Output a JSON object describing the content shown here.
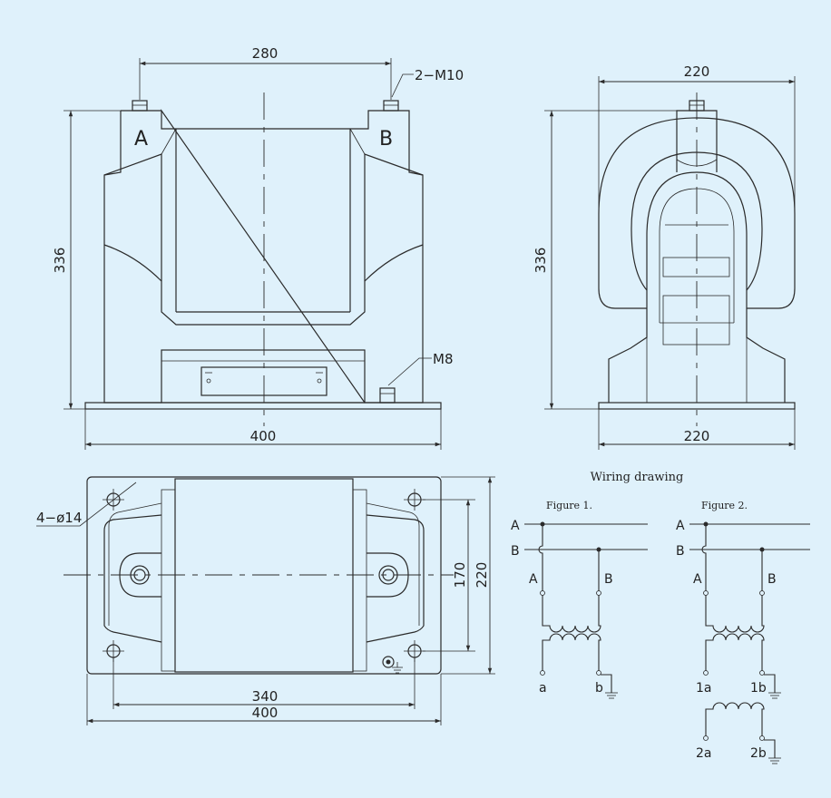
{
  "front_view": {
    "dim_terminal_spacing": "280",
    "dim_height": "336",
    "dim_base_width": "400",
    "terminal_label": "2−M10",
    "ground_bolt_label": "M8",
    "terminal_a": "A",
    "terminal_b": "B"
  },
  "side_view": {
    "dim_top_width": "220",
    "dim_height": "336",
    "dim_base_width": "220"
  },
  "plan_view": {
    "hole_label": "4−ø14",
    "dim_hole_spacing_y": "170",
    "dim_depth": "220",
    "dim_hole_spacing_x": "340",
    "dim_base_width": "400"
  },
  "wiring": {
    "title": "Wiring drawing",
    "figure1": {
      "caption": "Figure 1.",
      "bus_a": "A",
      "bus_b": "B",
      "primary_a": "A",
      "primary_b": "B",
      "secondary_a": "a",
      "secondary_b": "b"
    },
    "figure2": {
      "caption": "Figure 2.",
      "bus_a": "A",
      "bus_b": "B",
      "primary_a": "A",
      "primary_b": "B",
      "secondary1_a": "1a",
      "secondary1_b": "1b",
      "secondary2_a": "2a",
      "secondary2_b": "2b"
    }
  }
}
